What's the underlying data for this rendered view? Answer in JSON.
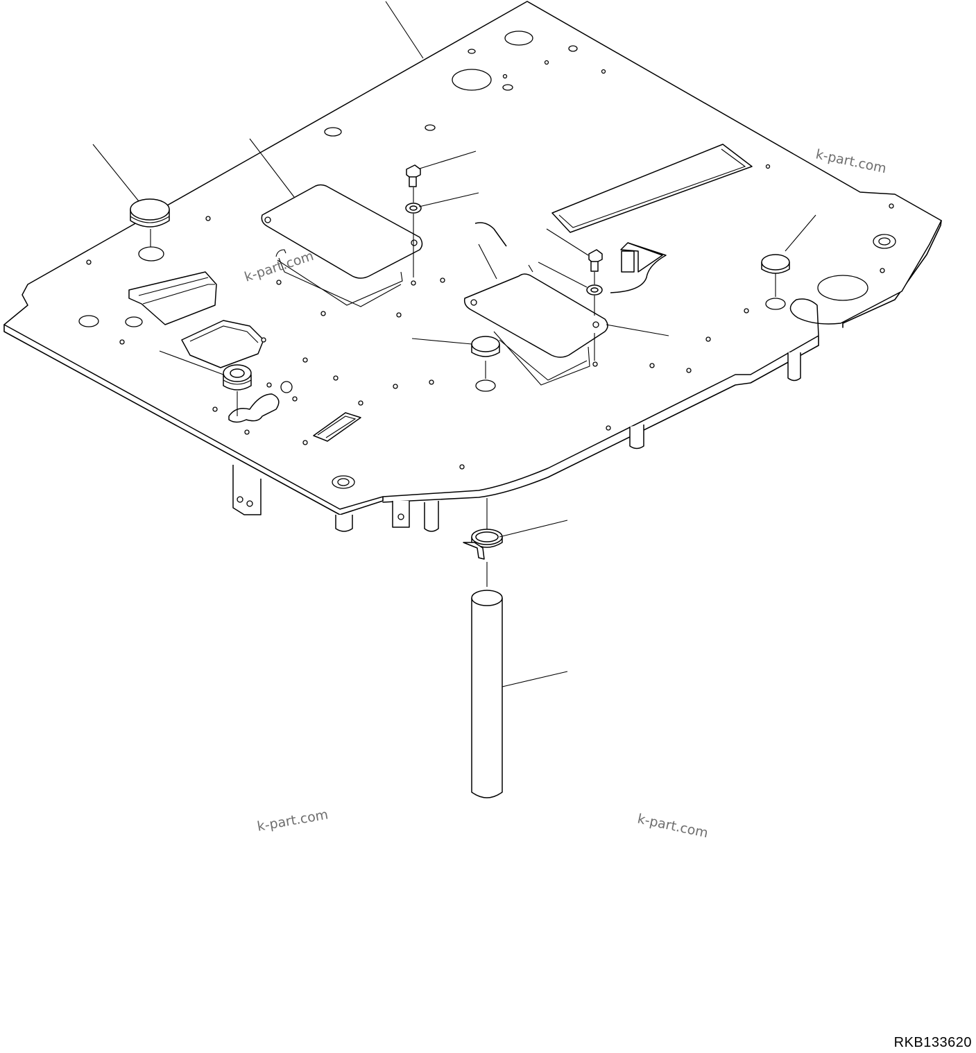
{
  "drawing_code": "RKB133620",
  "watermarks": [
    "k-part.com",
    "k-part.com",
    "k-part.com",
    "k-part.com"
  ]
}
